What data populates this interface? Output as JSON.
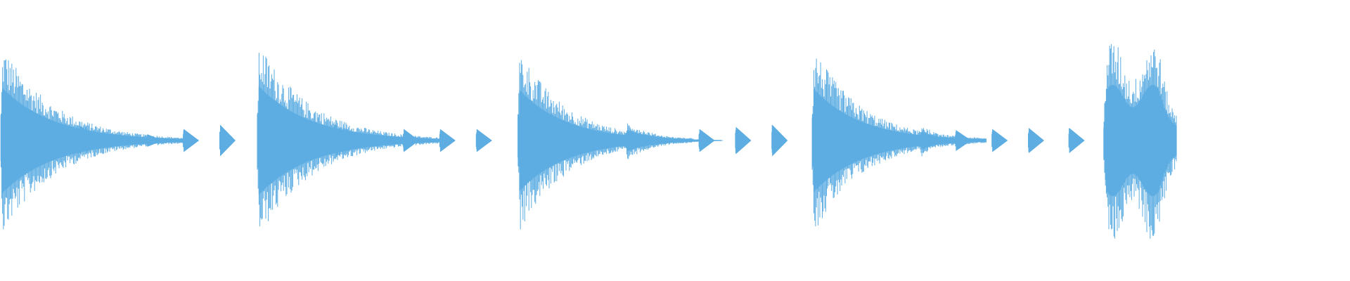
{
  "waveform": {
    "color": "#5dade2",
    "background": "#ffffff",
    "events": [
      {
        "type": "hit",
        "time": 0.0,
        "amplitude": 0.95,
        "decay": 0.11
      },
      {
        "type": "tail",
        "time": 0.056,
        "amplitude": 0.18,
        "decay": 0.05
      },
      {
        "type": "tick",
        "time": 0.109,
        "amplitude": 0.06
      },
      {
        "type": "tick",
        "time": 0.136,
        "amplitude": 0.11
      },
      {
        "type": "tick",
        "time": 0.163,
        "amplitude": 0.15
      },
      {
        "type": "hit",
        "time": 0.19,
        "amplitude": 0.98,
        "decay": 0.11
      },
      {
        "type": "tail",
        "time": 0.246,
        "amplitude": 0.18,
        "decay": 0.05
      },
      {
        "type": "tick",
        "time": 0.299,
        "amplitude": 0.11
      },
      {
        "type": "tick",
        "time": 0.326,
        "amplitude": 0.11
      },
      {
        "type": "tick",
        "time": 0.353,
        "amplitude": 0.11
      },
      {
        "type": "hit",
        "time": 0.383,
        "amplitude": 0.92,
        "decay": 0.1
      },
      {
        "type": "tail",
        "time": 0.463,
        "amplitude": 0.2,
        "decay": 0.045
      },
      {
        "type": "tick",
        "time": 0.518,
        "amplitude": 0.11
      },
      {
        "type": "tick",
        "time": 0.545,
        "amplitude": 0.13
      },
      {
        "type": "tick",
        "time": 0.572,
        "amplitude": 0.15
      },
      {
        "type": "hit",
        "time": 0.601,
        "amplitude": 0.94,
        "decay": 0.1
      },
      {
        "type": "tail",
        "time": 0.681,
        "amplitude": 0.18,
        "decay": 0.03
      },
      {
        "type": "tick",
        "time": 0.708,
        "amplitude": 0.1
      },
      {
        "type": "tick",
        "time": 0.735,
        "amplitude": 0.11
      },
      {
        "type": "tick",
        "time": 0.762,
        "amplitude": 0.12
      },
      {
        "type": "tick",
        "time": 0.792,
        "amplitude": 0.12
      },
      {
        "type": "burst",
        "time": 0.817,
        "amplitude": 0.96,
        "duration": 0.055
      }
    ]
  }
}
